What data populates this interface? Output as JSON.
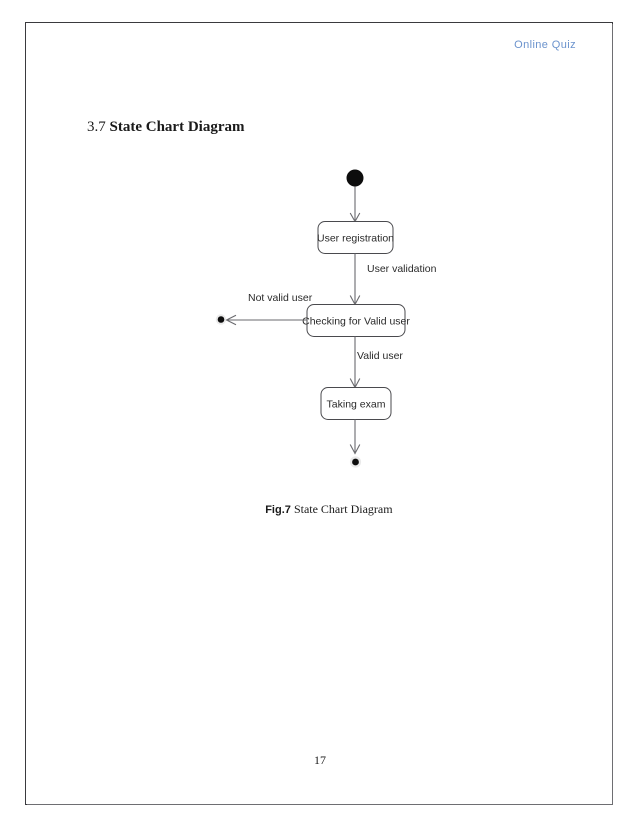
{
  "document": {
    "header_text": "Online Quiz",
    "header_color": "#6b93cd",
    "page_number": "17",
    "section_number": "3.7 ",
    "section_title": "State Chart Diagram",
    "caption_number": "Fig.7 ",
    "caption_title": "State Chart Diagram"
  },
  "chart_data": {
    "type": "diagram",
    "diagram_kind": "uml-state-chart",
    "title": "State Chart Diagram",
    "nodes": [
      {
        "id": "start",
        "kind": "initial-state",
        "label": ""
      },
      {
        "id": "registration",
        "kind": "state",
        "label": "User registration"
      },
      {
        "id": "checking",
        "kind": "state",
        "label": "Checking for Valid user"
      },
      {
        "id": "exam",
        "kind": "state",
        "label": "Taking exam"
      },
      {
        "id": "end_invalid",
        "kind": "final-state",
        "label": ""
      },
      {
        "id": "end_valid",
        "kind": "final-state",
        "label": ""
      }
    ],
    "edges": [
      {
        "from": "start",
        "to": "registration",
        "label": ""
      },
      {
        "from": "registration",
        "to": "checking",
        "label": "User validation"
      },
      {
        "from": "checking",
        "to": "end_invalid",
        "label": "Not valid user"
      },
      {
        "from": "checking",
        "to": "exam",
        "label": "Valid user"
      },
      {
        "from": "exam",
        "to": "end_valid",
        "label": ""
      }
    ]
  }
}
